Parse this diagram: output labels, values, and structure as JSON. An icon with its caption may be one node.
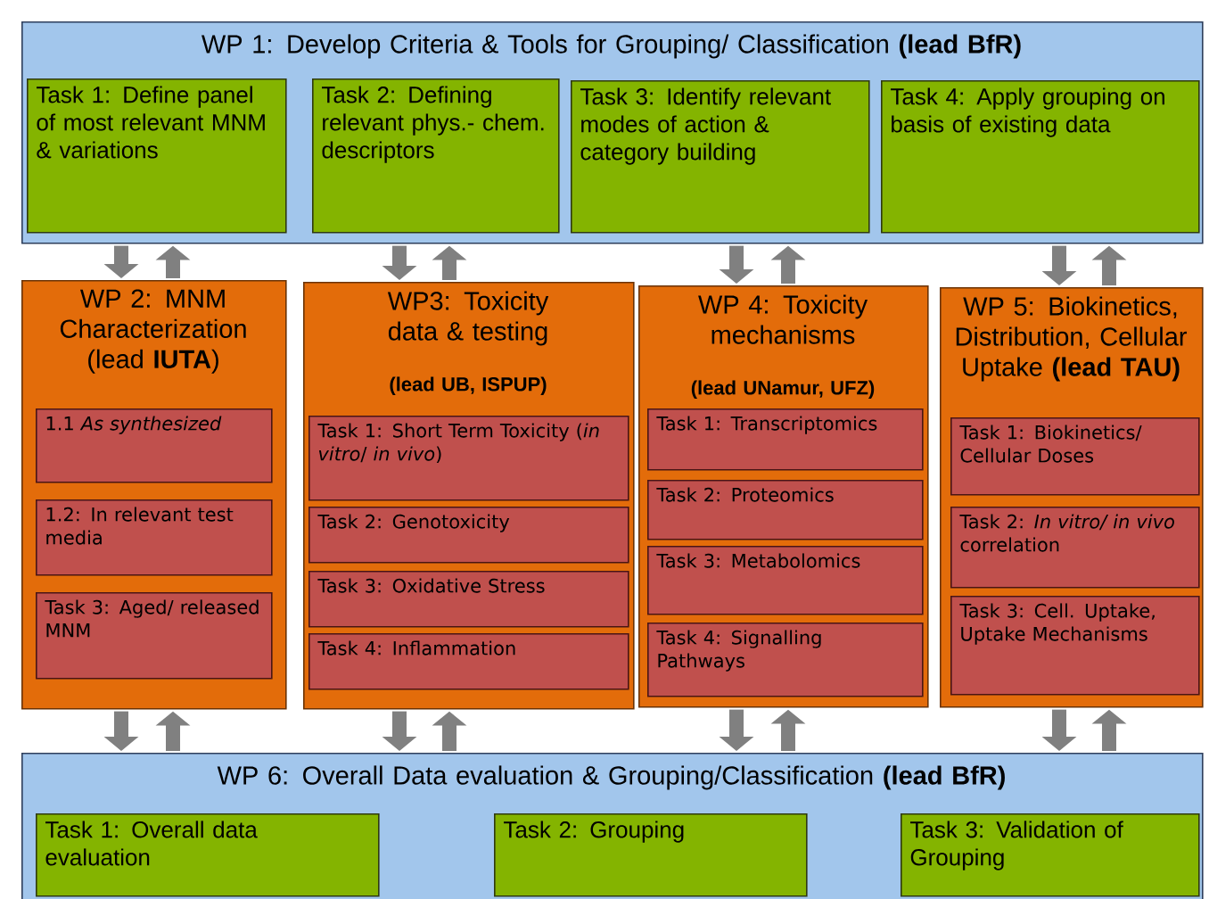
{
  "diagram": {
    "nodes": [
      {
        "text": [
          "WP 1: Develop Criteria & Tools for Grouping/ Classification **(lead BfR)**"
        ]
      },
      {
        "text": [
          "Task 1: Define panel of most relevant MNM & variations"
        ],
        "in": 0
      },
      {
        "text": [
          "Task 2: Defining relevant phys.- chem. descriptors"
        ],
        "in": 0
      },
      {
        "text": [
          "Task 3: Identify relevant modes of action & category building"
        ],
        "in": 0
      },
      {
        "text": [
          "Task 4: Apply grouping on basis of existing data"
        ],
        "in": 0
      },
      {
        "text": [
          "WP 2: MNM Characterization (lead **IUTA**)"
        ]
      },
      {
        "text": [
          "1.1 *As synthesized*"
        ],
        "in": 5
      },
      {
        "text": [
          "1.2: In relevant test media"
        ],
        "in": 5
      },
      {
        "text": [
          "Task 3: Aged/ released MNM"
        ],
        "in": 5
      },
      {
        "text": [
          "WP3: Toxicity data & testing",
          "(lead UB, ISPUP)"
        ]
      },
      {
        "text": [
          "Task 1: Short Term Toxicity (*in vitro*/ *in vivo*)"
        ],
        "in": 9
      },
      {
        "text": [
          "Task 2: Genotoxicity"
        ],
        "in": 9
      },
      {
        "text": [
          "Task 3: Oxidative Stress"
        ],
        "in": 9
      },
      {
        "text": [
          "Task 4: Inflammation"
        ],
        "in": 9
      },
      {
        "text": [
          "WP 4: Toxicity mechanisms",
          "(lead UNamur, UFZ)"
        ]
      },
      {
        "text": [
          "Task 1: Transcriptomics"
        ],
        "in": 14
      },
      {
        "text": [
          "Task 2: Proteomics"
        ],
        "in": 14
      },
      {
        "text": [
          "Task 3: Metabolomics"
        ],
        "in": 14
      },
      {
        "text": [
          "Task 4: Signalling Pathways"
        ],
        "in": 14
      },
      {
        "text": [
          "WP 5: Biokinetics, Distribution, Cellular Uptake **(lead TAU)**"
        ]
      },
      {
        "text": [
          "Task 1: Biokinetics/ Cellular Doses"
        ],
        "in": 19
      },
      {
        "text": [
          "Task 2: *In vitro/ in vivo* correlation"
        ],
        "in": 19
      },
      {
        "text": [
          "Task 3: Cell. Uptake, Uptake Mechanisms"
        ],
        "in": 19
      },
      {
        "text": [
          "WP 6: Overall Data evaluation & Grouping/Classification **(lead BfR)**"
        ]
      },
      {
        "text": [
          "Task 1: Overall data evaluation"
        ],
        "in": 23
      },
      {
        "text": [
          "Task 2: Grouping"
        ],
        "in": 23
      },
      {
        "text": [
          "Task 3: Validation of Grouping"
        ],
        "in": 23
      }
    ],
    "edges": [
      {
        "from": 0,
        "to": 5,
        "arrow": "to"
      },
      {
        "from": 5,
        "to": 0,
        "arrow": "to"
      },
      {
        "from": 0,
        "to": 9,
        "arrow": "to"
      },
      {
        "from": 9,
        "to": 0,
        "arrow": "to"
      },
      {
        "from": 0,
        "to": 14,
        "arrow": "to"
      },
      {
        "from": 14,
        "to": 0,
        "arrow": "to"
      },
      {
        "from": 0,
        "to": 19,
        "arrow": "to"
      },
      {
        "from": 19,
        "to": 0,
        "arrow": "to"
      },
      {
        "from": 5,
        "to": 23,
        "arrow": "to"
      },
      {
        "from": 23,
        "to": 5,
        "arrow": "to"
      },
      {
        "from": 9,
        "to": 23,
        "arrow": "to"
      },
      {
        "from": 23,
        "to": 9,
        "arrow": "to"
      },
      {
        "from": 14,
        "to": 23,
        "arrow": "to"
      },
      {
        "from": 23,
        "to": 14,
        "arrow": "to"
      },
      {
        "from": 19,
        "to": 23,
        "arrow": "to"
      },
      {
        "from": 23,
        "to": 19,
        "arrow": "to"
      }
    ]
  }
}
